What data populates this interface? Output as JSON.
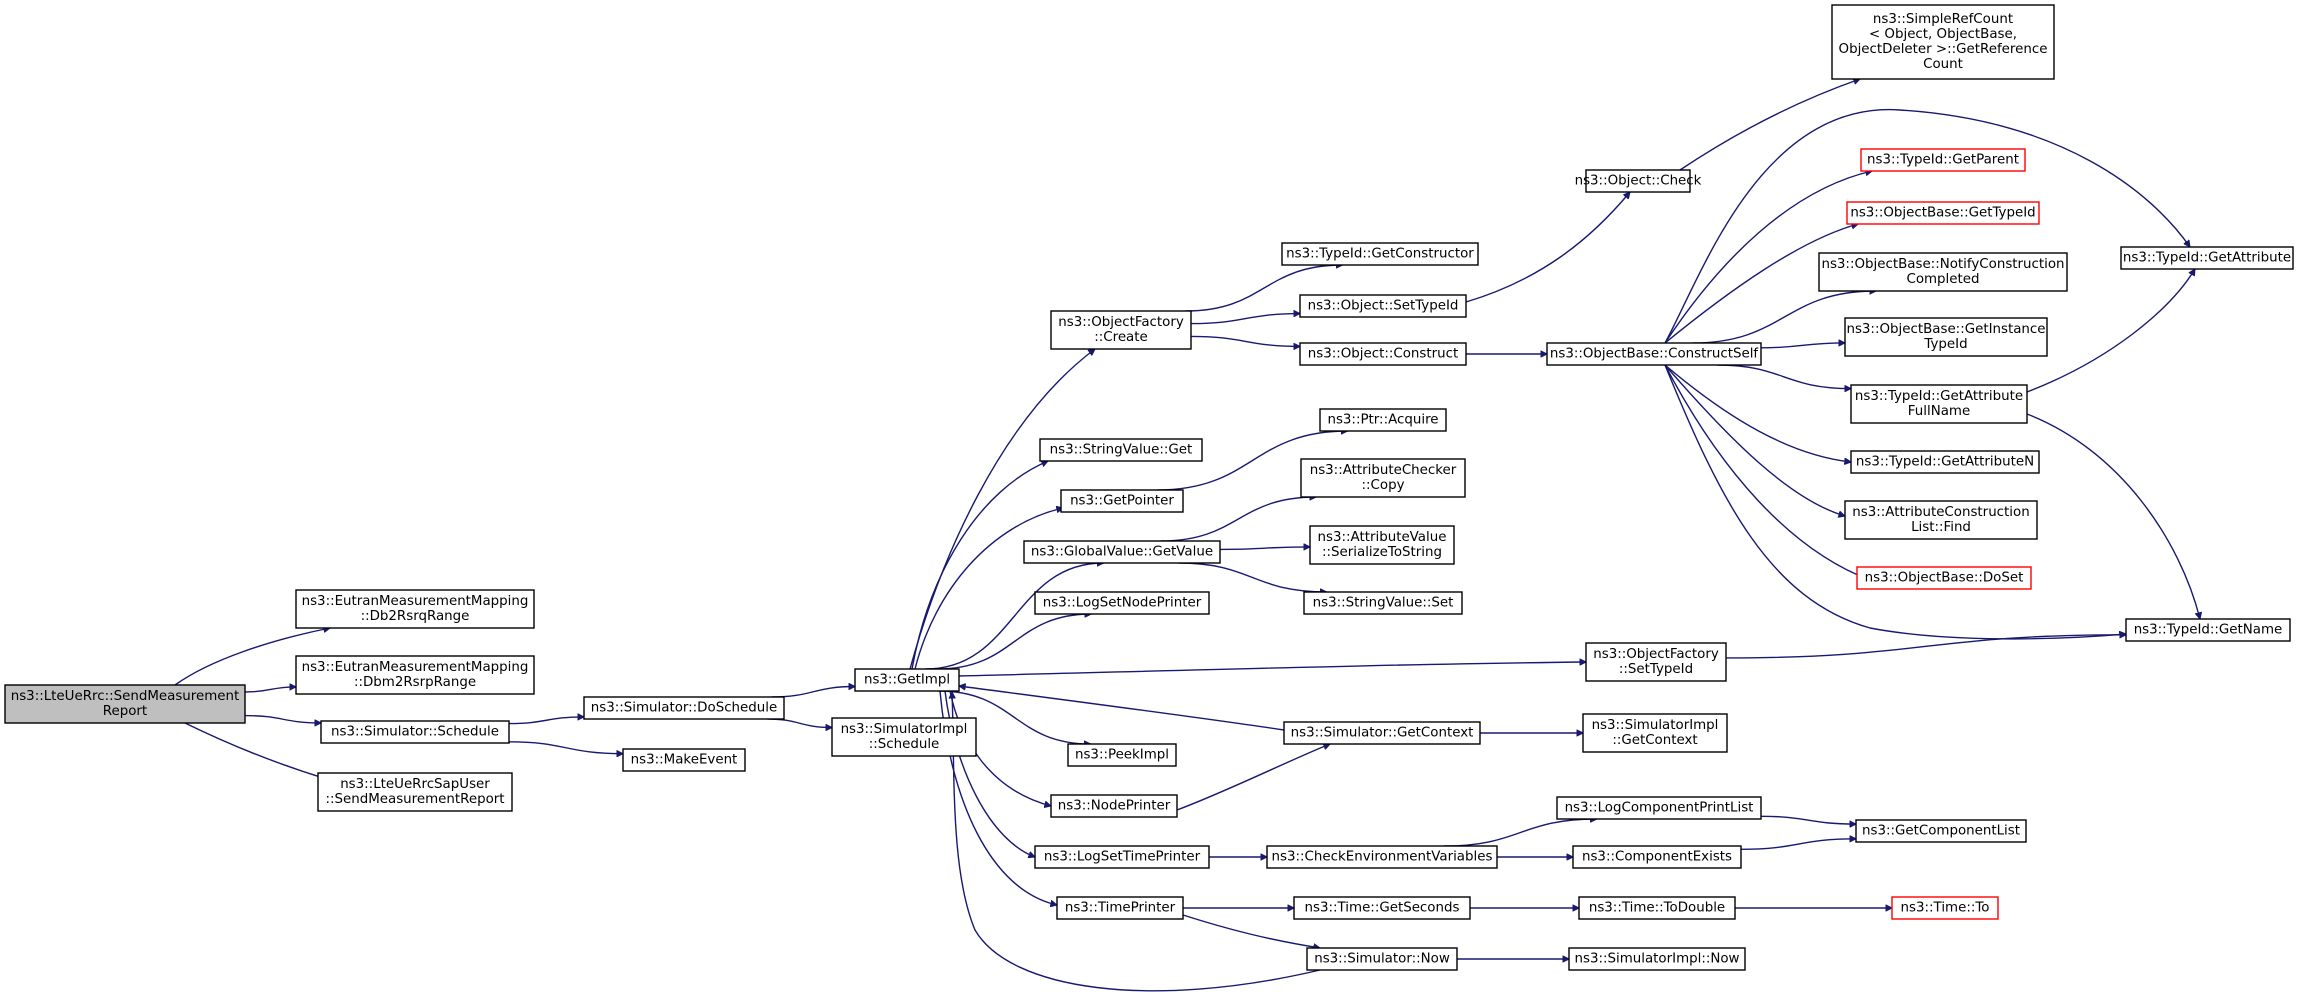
{
  "graph": {
    "root": "LteUeRrc_SendMeasurementReport",
    "nodes": [
      {
        "id": "LteUeRrc_SendMeasurementReport",
        "lines": [
          "ns3::LteUeRrc::SendMeasurement",
          "Report"
        ],
        "root": true
      },
      {
        "id": "Db2RsrqRange",
        "lines": [
          "ns3::EutranMeasurementMapping",
          "::Db2RsrqRange"
        ]
      },
      {
        "id": "Dbm2RsrpRange",
        "lines": [
          "ns3::EutranMeasurementMapping",
          "::Dbm2RsrpRange"
        ]
      },
      {
        "id": "Simulator_Schedule",
        "lines": [
          "ns3::Simulator::Schedule"
        ]
      },
      {
        "id": "LteUeRrcSapUser_SendMeasurementReport",
        "lines": [
          "ns3::LteUeRrcSapUser",
          "::SendMeasurementReport"
        ]
      },
      {
        "id": "Simulator_DoSchedule",
        "lines": [
          "ns3::Simulator::DoSchedule"
        ]
      },
      {
        "id": "MakeEvent",
        "lines": [
          "ns3::MakeEvent"
        ]
      },
      {
        "id": "GetImpl",
        "lines": [
          "ns3::GetImpl"
        ]
      },
      {
        "id": "SimulatorImpl_Schedule",
        "lines": [
          "ns3::SimulatorImpl",
          "::Schedule"
        ]
      },
      {
        "id": "ObjectFactory_Create",
        "lines": [
          "ns3::ObjectFactory",
          "::Create"
        ]
      },
      {
        "id": "StringValue_Get",
        "lines": [
          "ns3::StringValue::Get"
        ]
      },
      {
        "id": "GetPointer",
        "lines": [
          "ns3::GetPointer"
        ]
      },
      {
        "id": "GlobalValue_GetValue",
        "lines": [
          "ns3::GlobalValue::GetValue"
        ]
      },
      {
        "id": "LogSetNodePrinter",
        "lines": [
          "ns3::LogSetNodePrinter"
        ]
      },
      {
        "id": "PeekImpl",
        "lines": [
          "ns3::PeekImpl"
        ]
      },
      {
        "id": "NodePrinter",
        "lines": [
          "ns3::NodePrinter"
        ]
      },
      {
        "id": "LogSetTimePrinter",
        "lines": [
          "ns3::LogSetTimePrinter"
        ]
      },
      {
        "id": "TimePrinter",
        "lines": [
          "ns3::TimePrinter"
        ]
      },
      {
        "id": "TypeId_GetConstructor",
        "lines": [
          "ns3::TypeId::GetConstructor"
        ]
      },
      {
        "id": "Object_SetTypeId",
        "lines": [
          "ns3::Object::SetTypeId"
        ]
      },
      {
        "id": "Object_Construct",
        "lines": [
          "ns3::Object::Construct"
        ]
      },
      {
        "id": "Ptr_Acquire",
        "lines": [
          "ns3::Ptr::Acquire"
        ]
      },
      {
        "id": "AttributeChecker_Copy",
        "lines": [
          "ns3::AttributeChecker",
          "::Copy"
        ]
      },
      {
        "id": "AttributeValue_SerializeToString",
        "lines": [
          "ns3::AttributeValue",
          "::SerializeToString"
        ]
      },
      {
        "id": "StringValue_Set",
        "lines": [
          "ns3::StringValue::Set"
        ]
      },
      {
        "id": "Simulator_GetContext",
        "lines": [
          "ns3::Simulator::GetContext"
        ]
      },
      {
        "id": "CheckEnvironmentVariables",
        "lines": [
          "ns3::CheckEnvironmentVariables"
        ]
      },
      {
        "id": "Time_GetSeconds",
        "lines": [
          "ns3::Time::GetSeconds"
        ]
      },
      {
        "id": "Simulator_Now",
        "lines": [
          "ns3::Simulator::Now"
        ]
      },
      {
        "id": "Object_Check",
        "lines": [
          "ns3::Object::Check"
        ]
      },
      {
        "id": "ObjectBase_ConstructSelf",
        "lines": [
          "ns3::ObjectBase::ConstructSelf"
        ]
      },
      {
        "id": "ObjectFactory_SetTypeId",
        "lines": [
          "ns3::ObjectFactory",
          "::SetTypeId"
        ]
      },
      {
        "id": "SimulatorImpl_GetContext",
        "lines": [
          "ns3::SimulatorImpl",
          "::GetContext"
        ]
      },
      {
        "id": "LogComponentPrintList",
        "lines": [
          "ns3::LogComponentPrintList"
        ]
      },
      {
        "id": "ComponentExists",
        "lines": [
          "ns3::ComponentExists"
        ]
      },
      {
        "id": "Time_ToDouble",
        "lines": [
          "ns3::Time::ToDouble"
        ]
      },
      {
        "id": "SimulatorImpl_Now",
        "lines": [
          "ns3::SimulatorImpl::Now"
        ]
      },
      {
        "id": "SimpleRefCount_GetReferenceCount",
        "lines": [
          "ns3::SimpleRefCount",
          "< Object, ObjectBase,",
          "ObjectDeleter >::GetReference",
          "Count"
        ]
      },
      {
        "id": "TypeId_GetParent",
        "lines": [
          "ns3::TypeId::GetParent"
        ],
        "red": true
      },
      {
        "id": "ObjectBase_GetTypeId",
        "lines": [
          "ns3::ObjectBase::GetTypeId"
        ],
        "red": true
      },
      {
        "id": "ObjectBase_NotifyConstructionCompleted",
        "lines": [
          "ns3::ObjectBase::NotifyConstruction",
          "Completed"
        ]
      },
      {
        "id": "ObjectBase_GetInstanceTypeId",
        "lines": [
          "ns3::ObjectBase::GetInstance",
          "TypeId"
        ]
      },
      {
        "id": "TypeId_GetAttributeFullName",
        "lines": [
          "ns3::TypeId::GetAttribute",
          "FullName"
        ]
      },
      {
        "id": "TypeId_GetAttributeN",
        "lines": [
          "ns3::TypeId::GetAttributeN"
        ]
      },
      {
        "id": "AttributeConstructionList_Find",
        "lines": [
          "ns3::AttributeConstruction",
          "List::Find"
        ]
      },
      {
        "id": "ObjectBase_DoSet",
        "lines": [
          "ns3::ObjectBase::DoSet"
        ],
        "red": true
      },
      {
        "id": "GetComponentList",
        "lines": [
          "ns3::GetComponentList"
        ]
      },
      {
        "id": "Time_To",
        "lines": [
          "ns3::Time::To"
        ],
        "red": true
      },
      {
        "id": "TypeId_GetAttribute",
        "lines": [
          "ns3::TypeId::GetAttribute"
        ]
      },
      {
        "id": "TypeId_GetName",
        "lines": [
          "ns3::TypeId::GetName"
        ]
      }
    ],
    "edges": [
      [
        "LteUeRrc_SendMeasurementReport",
        "Db2RsrqRange"
      ],
      [
        "LteUeRrc_SendMeasurementReport",
        "Dbm2RsrpRange"
      ],
      [
        "LteUeRrc_SendMeasurementReport",
        "Simulator_Schedule"
      ],
      [
        "LteUeRrc_SendMeasurementReport",
        "LteUeRrcSapUser_SendMeasurementReport"
      ],
      [
        "Simulator_Schedule",
        "Simulator_DoSchedule"
      ],
      [
        "Simulator_Schedule",
        "MakeEvent"
      ],
      [
        "Simulator_DoSchedule",
        "GetImpl"
      ],
      [
        "Simulator_DoSchedule",
        "SimulatorImpl_Schedule"
      ],
      [
        "GetImpl",
        "ObjectFactory_Create"
      ],
      [
        "GetImpl",
        "StringValue_Get"
      ],
      [
        "GetImpl",
        "GetPointer"
      ],
      [
        "GetImpl",
        "GlobalValue_GetValue"
      ],
      [
        "GetImpl",
        "LogSetNodePrinter"
      ],
      [
        "GetImpl",
        "ObjectFactory_SetTypeId"
      ],
      [
        "GetImpl",
        "PeekImpl"
      ],
      [
        "GetImpl",
        "NodePrinter"
      ],
      [
        "GetImpl",
        "LogSetTimePrinter"
      ],
      [
        "GetImpl",
        "TimePrinter"
      ],
      [
        "ObjectFactory_Create",
        "TypeId_GetConstructor"
      ],
      [
        "ObjectFactory_Create",
        "Object_SetTypeId"
      ],
      [
        "ObjectFactory_Create",
        "Object_Construct"
      ],
      [
        "Object_SetTypeId",
        "Object_Check"
      ],
      [
        "Object_Construct",
        "ObjectBase_ConstructSelf"
      ],
      [
        "Object_Check",
        "SimpleRefCount_GetReferenceCount"
      ],
      [
        "GetPointer",
        "Ptr_Acquire"
      ],
      [
        "GlobalValue_GetValue",
        "AttributeChecker_Copy"
      ],
      [
        "GlobalValue_GetValue",
        "AttributeValue_SerializeToString"
      ],
      [
        "GlobalValue_GetValue",
        "StringValue_Set"
      ],
      [
        "Simulator_GetContext",
        "GetImpl"
      ],
      [
        "Simulator_GetContext",
        "SimulatorImpl_GetContext"
      ],
      [
        "NodePrinter",
        "Simulator_GetContext"
      ],
      [
        "LogSetTimePrinter",
        "CheckEnvironmentVariables"
      ],
      [
        "CheckEnvironmentVariables",
        "LogComponentPrintList"
      ],
      [
        "CheckEnvironmentVariables",
        "ComponentExists"
      ],
      [
        "LogComponentPrintList",
        "GetComponentList"
      ],
      [
        "ComponentExists",
        "GetComponentList"
      ],
      [
        "TimePrinter",
        "Time_GetSeconds"
      ],
      [
        "TimePrinter",
        "Simulator_Now"
      ],
      [
        "Simulator_Now",
        "GetImpl"
      ],
      [
        "Simulator_Now",
        "SimulatorImpl_Now"
      ],
      [
        "Time_GetSeconds",
        "Time_ToDouble"
      ],
      [
        "Time_ToDouble",
        "Time_To"
      ],
      [
        "ObjectFactory_SetTypeId",
        "TypeId_GetName"
      ],
      [
        "ObjectBase_ConstructSelf",
        "TypeId_GetParent"
      ],
      [
        "ObjectBase_ConstructSelf",
        "ObjectBase_GetTypeId"
      ],
      [
        "ObjectBase_ConstructSelf",
        "ObjectBase_NotifyConstructionCompleted"
      ],
      [
        "ObjectBase_ConstructSelf",
        "ObjectBase_GetInstanceTypeId"
      ],
      [
        "ObjectBase_ConstructSelf",
        "TypeId_GetAttributeFullName"
      ],
      [
        "ObjectBase_ConstructSelf",
        "TypeId_GetAttributeN"
      ],
      [
        "ObjectBase_ConstructSelf",
        "AttributeConstructionList_Find"
      ],
      [
        "ObjectBase_ConstructSelf",
        "ObjectBase_DoSet"
      ],
      [
        "ObjectBase_ConstructSelf",
        "TypeId_GetAttribute"
      ],
      [
        "ObjectBase_ConstructSelf",
        "TypeId_GetName"
      ],
      [
        "TypeId_GetAttributeFullName",
        "TypeId_GetAttribute"
      ],
      [
        "TypeId_GetAttributeFullName",
        "TypeId_GetName"
      ]
    ],
    "colors": {
      "edge": "#191970",
      "root_fill": "#bfbfbf",
      "node_border": "#000000",
      "external_border": "#ff0000"
    }
  }
}
